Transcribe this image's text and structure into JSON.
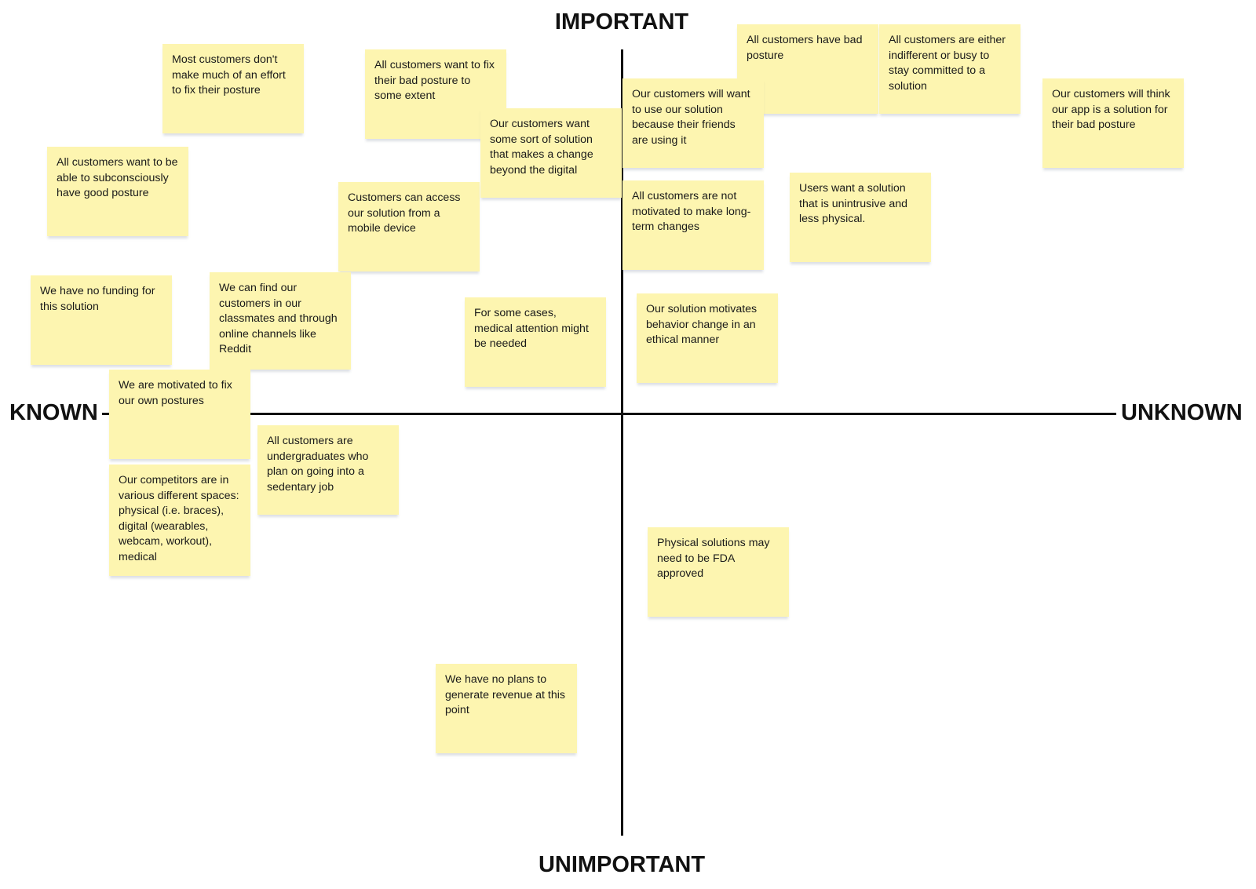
{
  "axes": {
    "top": "IMPORTANT",
    "bottom": "UNIMPORTANT",
    "left": "KNOWN",
    "right": "UNKNOWN"
  },
  "notes": [
    "Most customers don't make much of an effort to fix their posture",
    "All customers want to fix their bad posture to some extent",
    "Our customers want some sort of solution that makes a change beyond the digital",
    "All customers want to be able to subconsciously have good posture",
    "Customers can access our solution from a mobile device",
    "We have no funding for this solution",
    "We can find our customers in our classmates and through online channels like Reddit",
    "For some cases, medical attention might be needed",
    "We are motivated to fix our own postures",
    "All customers are undergraduates who plan on going into a sedentary job",
    "Our competitors are in various different spaces: physical (i.e. braces), digital (wearables, webcam, workout), medical",
    "All customers have bad posture",
    "All customers are either indifferent or busy to stay committed to a solution",
    "Our customers will want to use our solution because their friends are using it",
    "Our customers will think our app is a solution for their bad posture",
    "Users want a solution that is unintrusive and less physical.",
    "All customers are not motivated to make long-term changes",
    "Our solution motivates behavior change in an ethical manner",
    "Physical solutions may need to be FDA approved",
    "We have no plans to generate revenue at this point"
  ]
}
